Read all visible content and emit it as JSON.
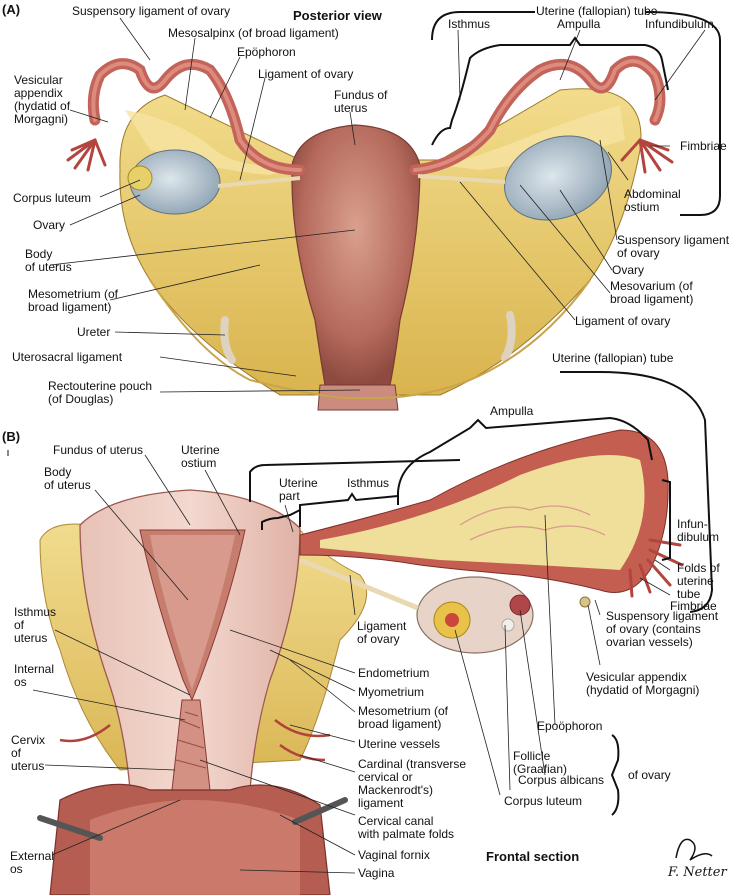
{
  "panel_a": {
    "letter": "(A)",
    "title": "Posterior view",
    "labels": {
      "suspensory_ligament_top": "Suspensory ligament of ovary",
      "mesosalpinx": "Mesosalpinx (of broad ligament)",
      "epoophoron": "Epöphoron",
      "ligament_of_ovary_left": "Ligament of ovary",
      "vesicular_appendix": "Vesicular\nappendix\n(hydatid of\nMorgagni)",
      "fundus": "Fundus of\nuterus",
      "corpus_luteum": "Corpus luteum",
      "ovary_left": "Ovary",
      "body_of_uterus": "Body\nof uterus",
      "mesometrium": "Mesometrium (of\nbroad ligament)",
      "ureter": "Ureter",
      "uterosacral": "Uterosacral ligament",
      "rectouterine": "Rectouterine pouch\n(of Douglas)",
      "uterine_tube_title": "Uterine (fallopian) tube",
      "isthmus": "Isthmus",
      "ampulla": "Ampulla",
      "infundibulum": "Infundibulum",
      "fimbriae": "Fimbriae",
      "abdominal_ostium": "Abdominal\nostium",
      "suspensory_ligament_right": "Suspensory ligament\nof ovary",
      "ovary_right": "Ovary",
      "mesovarium": "Mesovarium (of\nbroad ligament)",
      "ligament_of_ovary_right": "Ligament of ovary"
    }
  },
  "panel_b": {
    "letter": "(B)",
    "title": "Frontal section",
    "labels": {
      "uterine_tube_title": "Uterine (fallopian) tube",
      "ampulla": "Ampulla",
      "fundus": "Fundus of uterus",
      "uterine_ostium": "Uterine\nostium",
      "body": "Body\nof uterus",
      "uterine_part": "Uterine\npart",
      "isthmus": "Isthmus",
      "infundibulum": "Infun-\ndibulum",
      "isthmus_of_uterus": "Isthmus\nof\nuterus",
      "ligament_of_ovary": "Ligament\nof ovary",
      "folds": "Folds of\nuterine\ntube",
      "fimbriae": "Fimbriae",
      "internal_os": "Internal\nos",
      "endometrium": "Endometrium",
      "myometrium": "Myometrium",
      "mesometrium": "Mesometrium (of\nbroad ligament)",
      "suspensory": "Suspensory ligament\nof ovary (contains\novarian vessels)",
      "vesicular_appendix": "Vesicular appendix\n(hydatid of Morgagni)",
      "cervix": "Cervix\nof\nuterus",
      "uterine_vessels": "Uterine vessels",
      "epoophoron": "Epoöphoron",
      "cardinal": "Cardinal (transverse\ncervical or\nMackenrodt's)\nligament",
      "follicle": "Follicle\n(Graafian)",
      "corpus_albicans": "Corpus albicans",
      "of_ovary": "of ovary",
      "corpus_luteum": "Corpus luteum",
      "cervical_canal": "Cervical canal\nwith palmate folds",
      "external_os": "External\nos",
      "vaginal_fornix": "Vaginal fornix",
      "vagina": "Vagina"
    }
  },
  "signature": "F. Netter"
}
